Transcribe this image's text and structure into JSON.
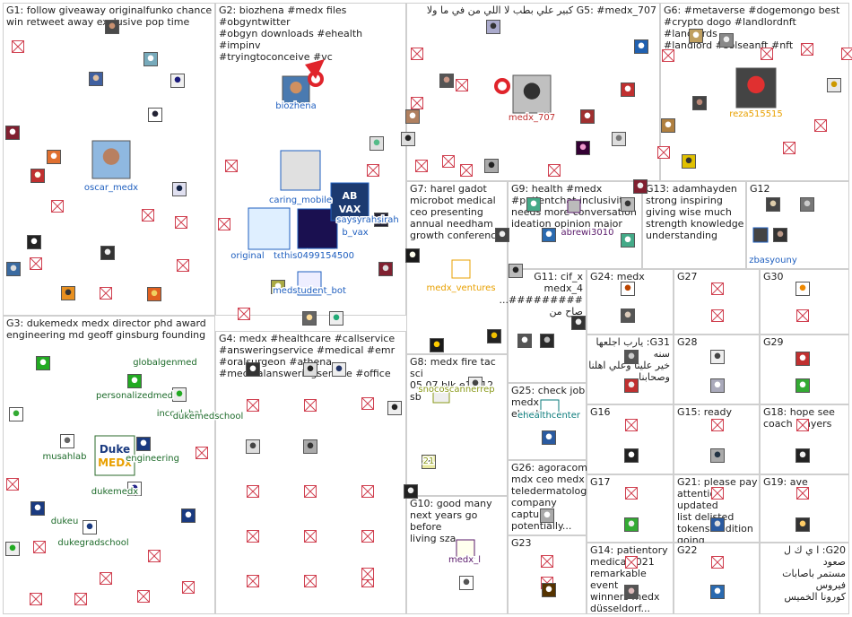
{
  "colors": {
    "edge": "#b8b8b8",
    "highlight": "#e0242b",
    "blue": "#1f5fbf",
    "green": "#1d6b2a",
    "purple": "#5a1a6b",
    "red": "#c03030",
    "orange": "#e8a000",
    "olive": "#8a9a1a",
    "teal": "#0a7a7a"
  },
  "groups": [
    {
      "id": "G1",
      "text": "G1: follow giveaway originalfunko chance\nwin retweet away exclusive pop time"
    },
    {
      "id": "G2",
      "text": "G2: biozhena #medx files #obgyntwitter\n#obgyn downloads #ehealth #impinv\n#tryingtoconceive #vc"
    },
    {
      "id": "G5",
      "text": "G5: #medx_707 كبير علي بطب لا اللي من في ما ولا"
    },
    {
      "id": "G6",
      "text": "G6: #metaverse #dogemongo best\n#crypto dogo #landlordnft #landlords\n#landlord #solseanft #nft"
    },
    {
      "id": "G7",
      "text": "G7: harel gadot\nmicrobot medical\nceo presenting\nannual needham\ngrowth conference"
    },
    {
      "id": "G9",
      "text": "G9: health #medx\n#patientchat inclusivity\nneeds more conversation\nideation opinion major"
    },
    {
      "id": "G13",
      "text": "G13: adamhayden\nstrong inspiring\ngiving wise much\nstrength knowledge\nunderstanding"
    },
    {
      "id": "G12",
      "text": "G12"
    },
    {
      "id": "G11",
      "text": "G11: cif_x\nmedx_4\n#########...\nصاح من"
    },
    {
      "id": "G24",
      "text": "G24: medx"
    },
    {
      "id": "G27",
      "text": "G27"
    },
    {
      "id": "G30",
      "text": "G30"
    },
    {
      "id": "G3",
      "text": "G3: dukemedx medx director phd award\nengineering md geoff ginsburg founding"
    },
    {
      "id": "G4",
      "text": "G4: medx #healthcare #callservice\n#answeringservice #medical #emr\n#oralsurgeon #athena\n#medicalansweringservice #office"
    },
    {
      "id": "G31",
      "text": "G31: يارب اجلعها سنه\nخير علينا وعلي اهلنا\nوصحابنا"
    },
    {
      "id": "G28",
      "text": "G28"
    },
    {
      "id": "G29",
      "text": "G29"
    },
    {
      "id": "G8",
      "text": "G8: medx fire tac sci\n05 07 blk e15 12 sb"
    },
    {
      "id": "G25",
      "text": "G25: check job\nmedx\nehealthcenter"
    },
    {
      "id": "G16",
      "text": "G16"
    },
    {
      "id": "G15",
      "text": "G15: ready"
    },
    {
      "id": "G18",
      "text": "G18: hope see\ncoach players"
    },
    {
      "id": "G26",
      "text": "G26: agoracom\nmdx ceo medx\nteledermatology\ncompany\ncapture\npotentially..."
    },
    {
      "id": "G17",
      "text": "G17"
    },
    {
      "id": "G21",
      "text": "G21: please pay\nattention updated\nlist delisted\ntokens addition\ngoing"
    },
    {
      "id": "G19",
      "text": "G19: ave"
    },
    {
      "id": "G10",
      "text": "G10: good many\nnext years go before\nliving sza"
    },
    {
      "id": "G23",
      "text": "G23"
    },
    {
      "id": "G14",
      "text": "G14: patientory\nmedica 2021\nremarkable event\nwinners medx\ndüsseldorf..."
    },
    {
      "id": "G22",
      "text": "G22"
    },
    {
      "id": "G20",
      "text": "G20: ا ي ك ل صعود\nمستمر باصابات فيروس\nكورونا الخميس"
    }
  ],
  "labels": [
    {
      "text": "oscar_medx",
      "color": "blue"
    },
    {
      "text": "biozhena",
      "color": "blue"
    },
    {
      "text": "caring_mobile",
      "color": "blue"
    },
    {
      "text": "original",
      "color": "blue"
    },
    {
      "text": "te",
      "color": "blue"
    },
    {
      "text": "this0499154500",
      "color": "blue"
    },
    {
      "text": "b_vax",
      "color": "blue"
    },
    {
      "text": "saysyrahsirah",
      "color": "blue"
    },
    {
      "text": "medstudent_bot",
      "color": "blue"
    },
    {
      "text": "medx_707",
      "color": "red"
    },
    {
      "text": "reza515515",
      "color": "orange"
    },
    {
      "text": "zbasyouny",
      "color": "blue"
    },
    {
      "text": "medx_ventures",
      "color": "orange"
    },
    {
      "text": "abrewi3010",
      "color": "purple"
    },
    {
      "text": "globalgenmed",
      "color": "green"
    },
    {
      "text": "personalizedmed",
      "color": "green"
    },
    {
      "text": "inccglobal",
      "color": "green"
    },
    {
      "text": "dukemedschool",
      "color": "green"
    },
    {
      "text": "musahlab",
      "color": "green"
    },
    {
      "text": "engineering",
      "color": "green"
    },
    {
      "text": "dukemedx",
      "color": "green"
    },
    {
      "text": "dukeu",
      "color": "green"
    },
    {
      "text": "dukegradschool",
      "color": "green"
    },
    {
      "text": "snocoscannerrep",
      "color": "olive"
    },
    {
      "text": "21",
      "color": "olive"
    },
    {
      "text": "medx_l",
      "color": "purple"
    },
    {
      "text": "ehealthcenter",
      "color": "teal"
    }
  ],
  "logo": {
    "duke": "Duke",
    "medx": "MEDx",
    "abvax_top": "AB",
    "abvax_bottom": "VAX"
  }
}
